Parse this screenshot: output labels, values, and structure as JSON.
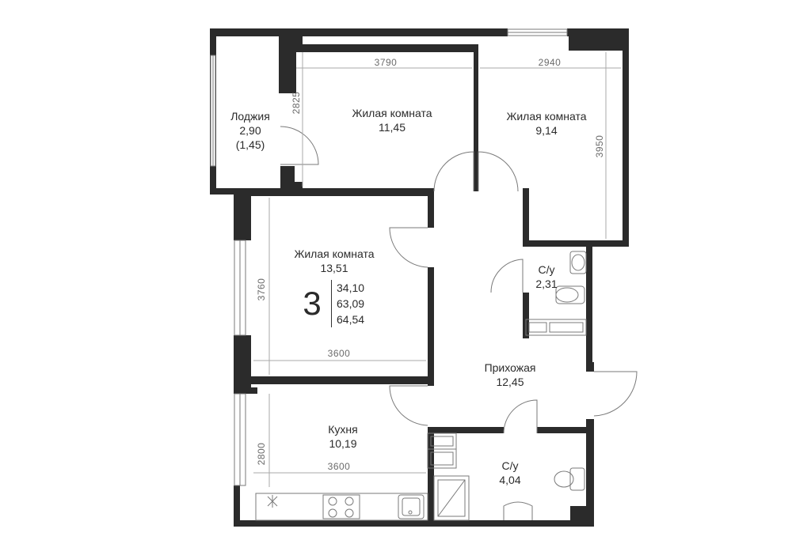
{
  "rooms": {
    "loggia": {
      "name": "Лоджия",
      "area": "2,90",
      "area_reduced": "(1,45)"
    },
    "living1": {
      "name": "Жилая комната",
      "area": "11,45"
    },
    "living2": {
      "name": "Жилая комната",
      "area": "9,14"
    },
    "living3": {
      "name": "Жилая комната",
      "area": "13,51"
    },
    "bath1": {
      "name": "С/у",
      "area": "2,31"
    },
    "hall": {
      "name": "Прихожая",
      "area": "12,45"
    },
    "kitchen": {
      "name": "Кухня",
      "area": "10,19"
    },
    "bath2": {
      "name": "С/у",
      "area": "4,04"
    }
  },
  "dimensions": {
    "living1_width": "3790",
    "living1_depth": "2825",
    "living2_width": "2940",
    "living2_depth": "3950",
    "living3_depth": "3760",
    "living3_width": "3600",
    "kitchen_depth": "2800",
    "kitchen_width": "3600"
  },
  "summary": {
    "rooms_count": "3",
    "living_area": "34,10",
    "total_area": "63,09",
    "total_with_loggia": "64,54"
  },
  "colors": {
    "wall": "#2b2b2b",
    "line": "#7a7a7a",
    "dim": "#a8a8a8"
  }
}
